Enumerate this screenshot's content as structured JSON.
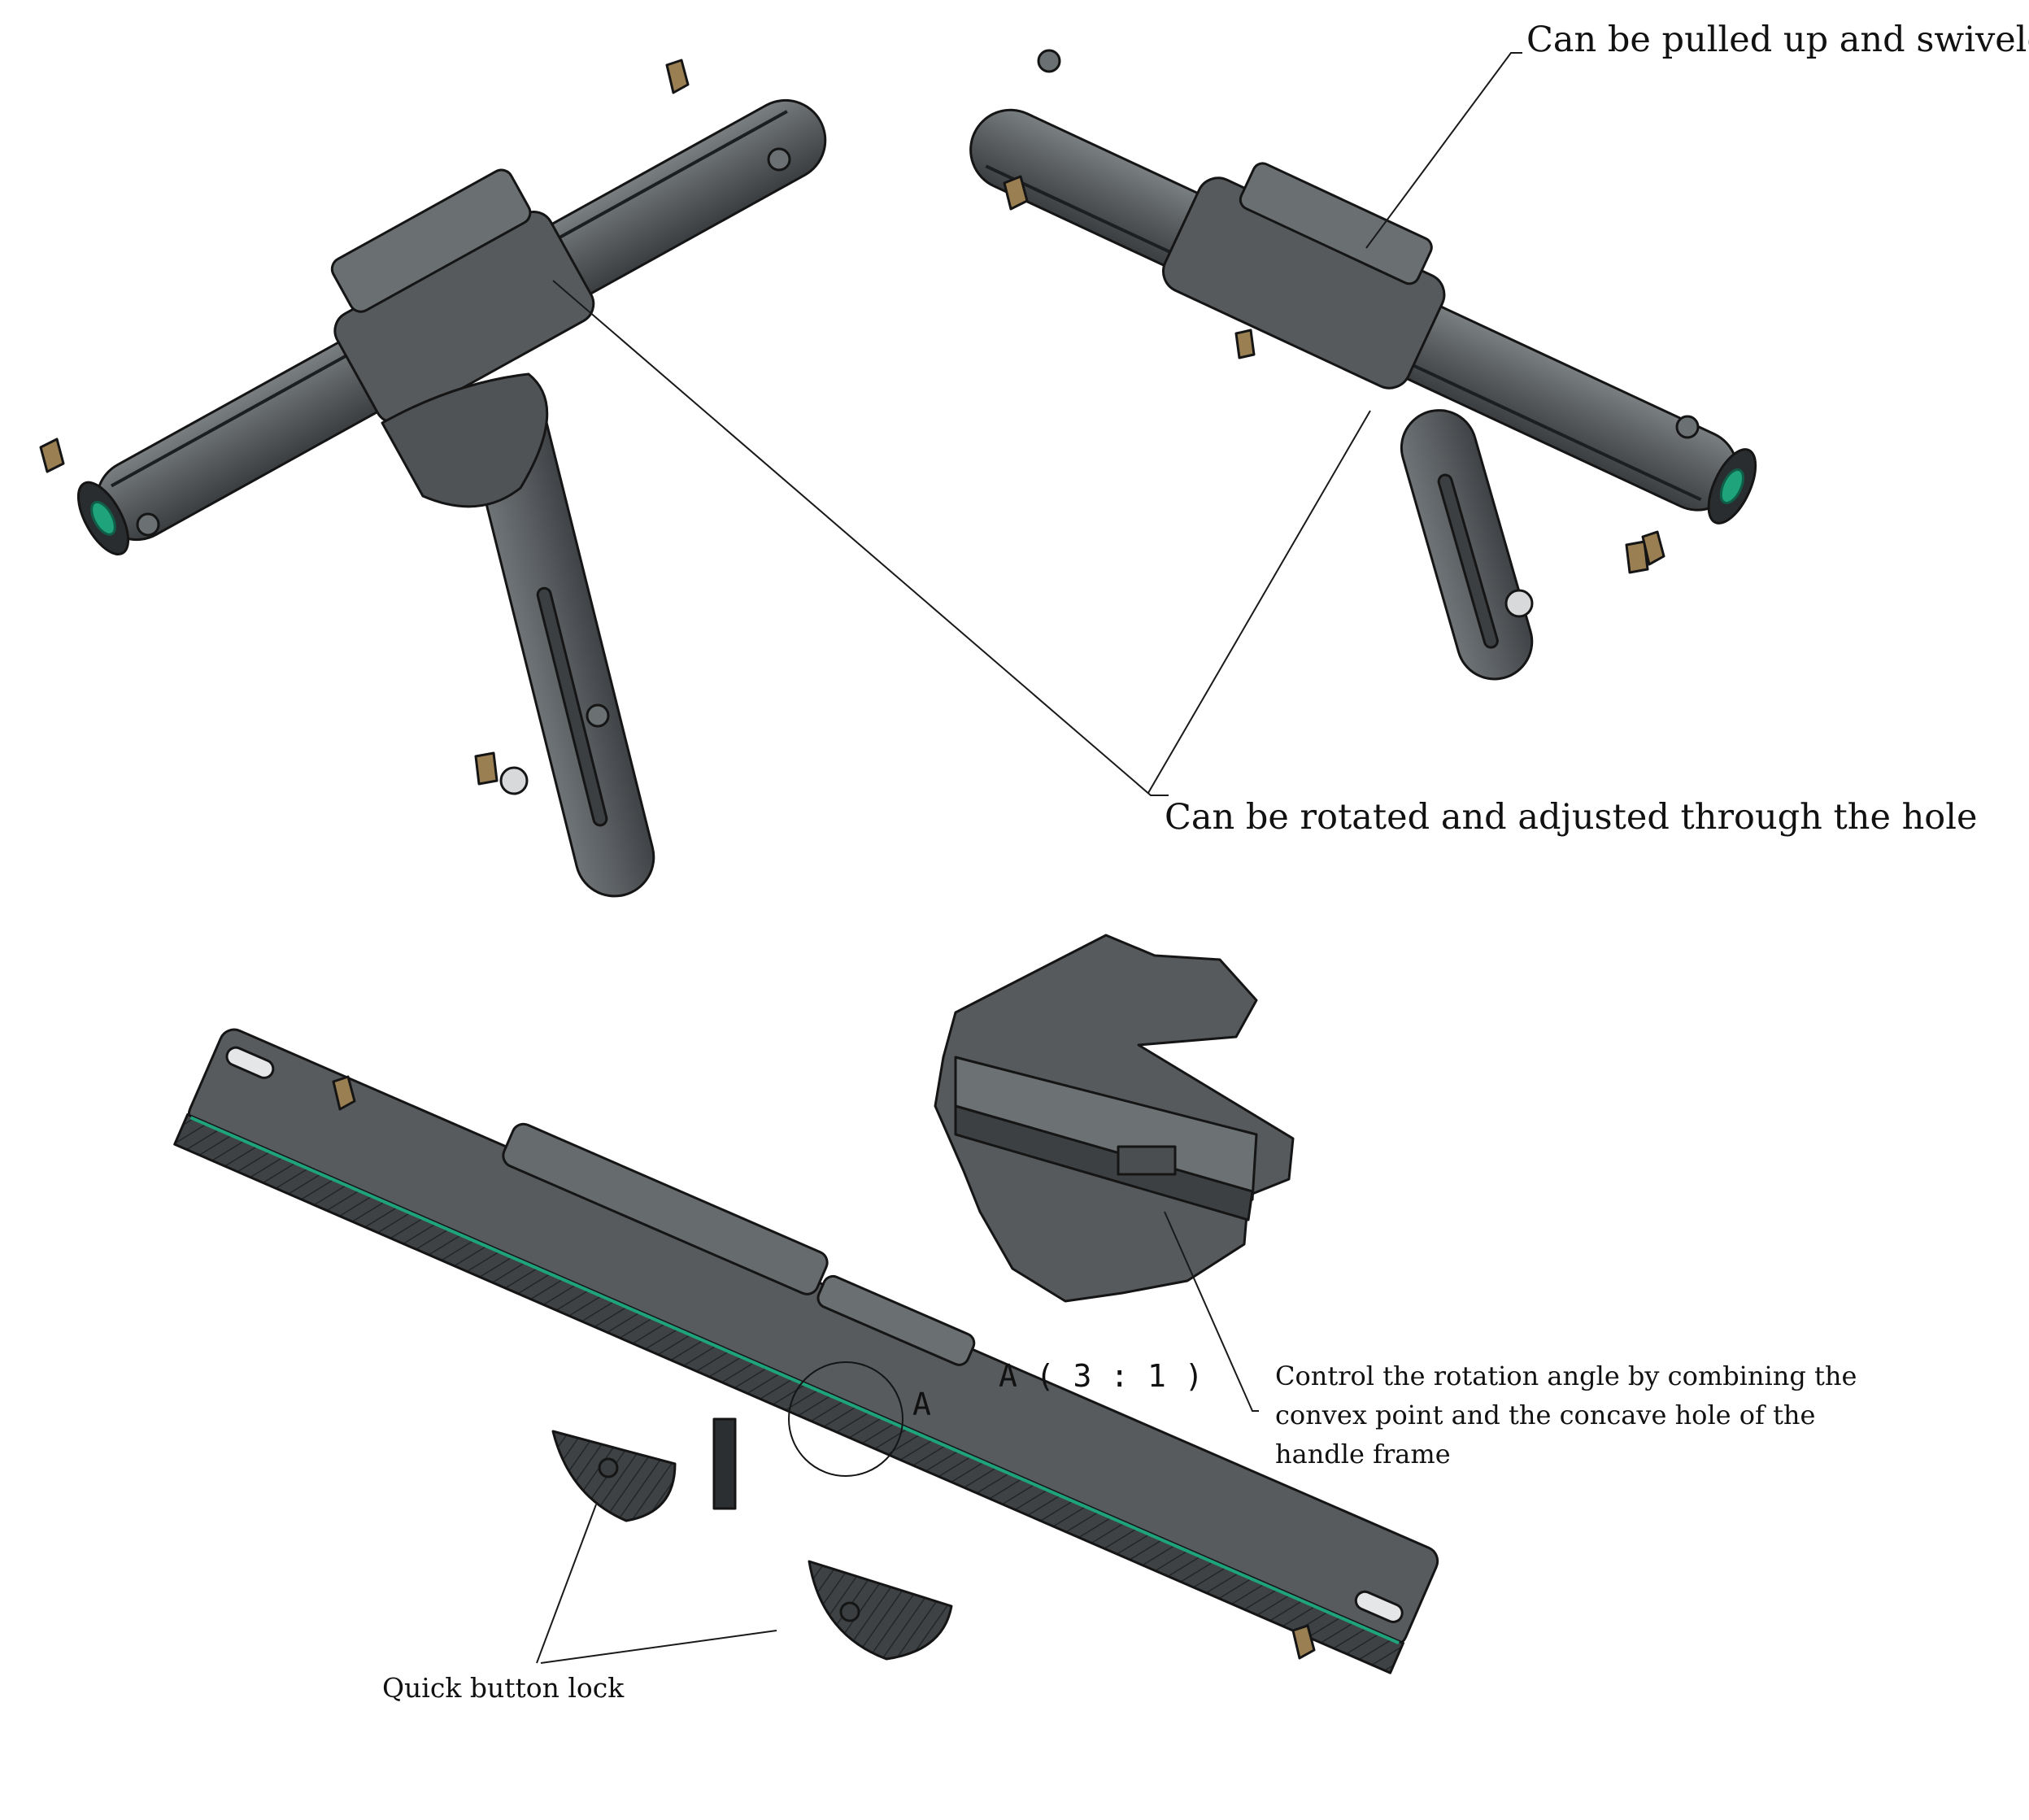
{
  "annotations": {
    "pull_swivel": "Can be pulled up and swiveled",
    "rotate_hole": "Can be rotated and adjusted through the hole",
    "rotation_angle": "Control the rotation angle by combining the convex point and the concave hole of the handle frame",
    "quick_lock": "Quick button lock",
    "detail_marker": "A",
    "detail_view": "A ( 3 : 1 )"
  },
  "colors": {
    "metal": "#5b5f62",
    "metal_dark": "#3d4144",
    "metal_light": "#767b7e",
    "accent_green": "#1fa37a",
    "bracket": "#9a7f52",
    "outline": "#151515"
  }
}
